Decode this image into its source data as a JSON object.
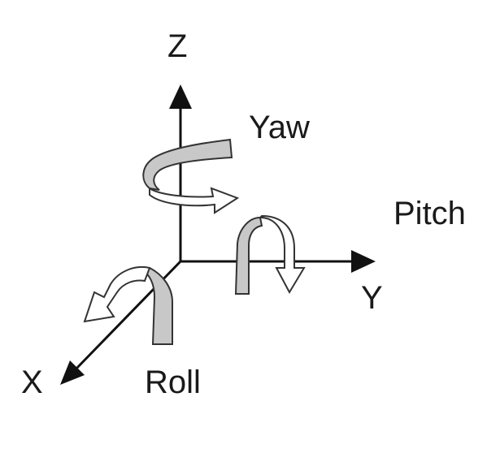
{
  "axes": {
    "x_label": "X",
    "y_label": "Y",
    "z_label": "Z"
  },
  "rotations": {
    "yaw_label": "Yaw",
    "pitch_label": "Pitch",
    "roll_label": "Roll"
  },
  "colors": {
    "line": "#111111",
    "ribbon_fill": "#c8c8c8",
    "ribbon_stroke": "#333333",
    "arrow_fill": "#ffffff",
    "background": "#ffffff"
  },
  "icons": {
    "yaw": "curved-rotation-arrow-icon",
    "pitch": "curved-rotation-arrow-icon",
    "roll": "curved-rotation-arrow-icon"
  }
}
